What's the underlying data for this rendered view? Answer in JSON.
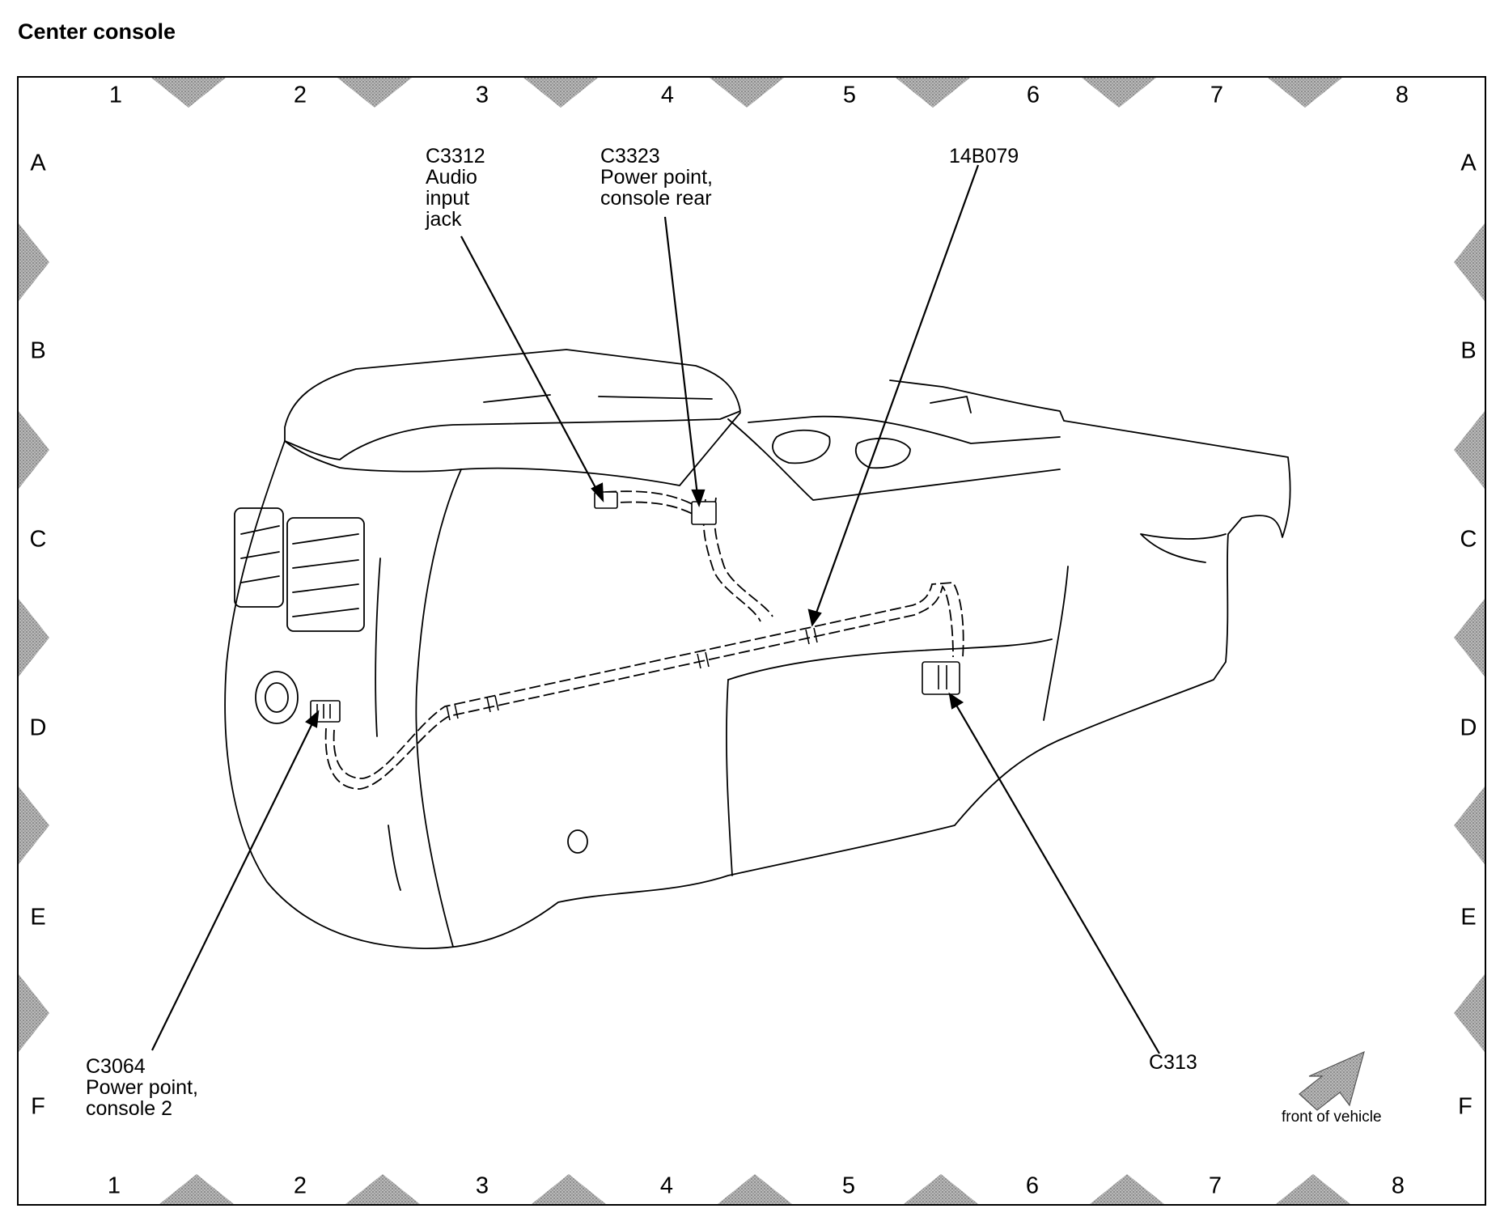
{
  "title": "Center console",
  "grid": {
    "columns": [
      "1",
      "2",
      "3",
      "4",
      "5",
      "6",
      "7",
      "8"
    ],
    "rows": [
      "A",
      "B",
      "C",
      "D",
      "E",
      "F"
    ]
  },
  "callouts": {
    "c3312": {
      "lines": [
        "C3312",
        "Audio",
        "input",
        "jack"
      ]
    },
    "c3323": {
      "lines": [
        "C3323",
        "Power point,",
        "console rear"
      ]
    },
    "harness": {
      "lines": [
        "14B079"
      ]
    },
    "c3064": {
      "lines": [
        "C3064",
        "Power point,",
        "console 2"
      ]
    },
    "c313": {
      "lines": [
        "C313"
      ]
    }
  },
  "orientation": {
    "label": "front of vehicle",
    "icon": "front-arrow-icon"
  },
  "colors": {
    "ink": "#000000",
    "marker": "#a6a6a6",
    "background": "#ffffff"
  }
}
